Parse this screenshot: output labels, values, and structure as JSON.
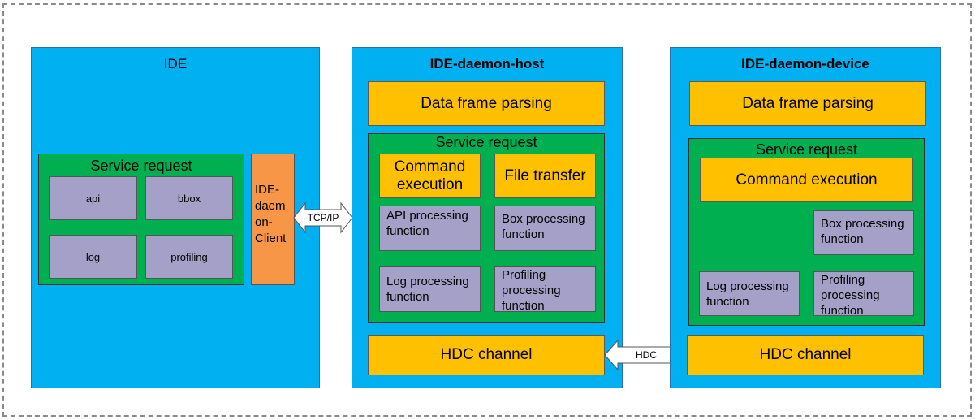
{
  "ide": {
    "title": "IDE",
    "service_title": "Service request",
    "items": [
      "api",
      "bbox",
      "log",
      "profiling"
    ],
    "client_label": "IDE-daem on-Client"
  },
  "links": {
    "tcp": "TCP/IP",
    "hdc": "HDC"
  },
  "host": {
    "title": "IDE-daemon-host",
    "parsing": "Data frame parsing",
    "service_title": "Service request",
    "command": "Command execution",
    "file_transfer": "File transfer",
    "functions": [
      "API processing function",
      "Box processing function",
      "Log processing function",
      "Profiling processing function"
    ],
    "hdc": "HDC channel"
  },
  "device": {
    "title": "IDE-daemon-device",
    "parsing": "Data frame parsing",
    "service_title": "Service request",
    "command": "Command execution",
    "functions": [
      "Box processing function",
      "Log processing function",
      "Profiling processing function"
    ],
    "hdc": "HDC channel"
  },
  "colors": {
    "panel": "#00b0f0",
    "yellow": "#ffc000",
    "green": "#00b050",
    "purple": "#a5a0c8",
    "orange": "#f79646"
  }
}
